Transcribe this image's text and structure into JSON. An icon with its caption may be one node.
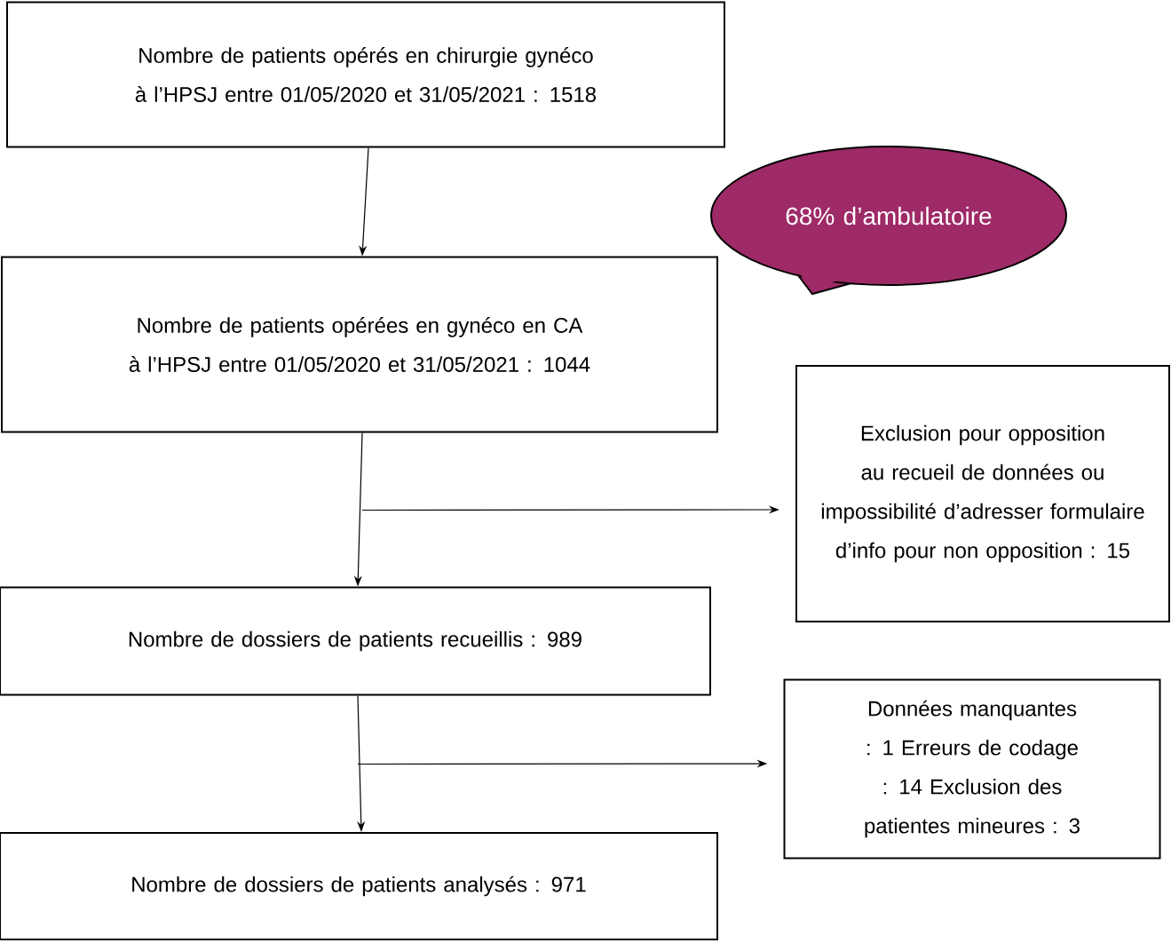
{
  "diagram": {
    "nodes": [
      {
        "text": [
          "Nombre de patients opérés en chirurgie gynéco à l’HPSJ entre 01/05/2020 et 31/05/2021 : 1518"
        ]
      },
      {
        "text": [
          "Nombre de patients opérées en gynéco en CA à l’HPSJ entre 01/05/2020 et 31/05/2021 : 1044"
        ]
      },
      {
        "text": [
          "Exclusion pour opposition au recueil de données ou impossibilité d’adresser formulaire d’info pour non opposition : 15"
        ]
      },
      {
        "text": [
          "Nombre de dossiers de patients recueillis : 989"
        ]
      },
      {
        "text": [
          "Données manquantes : 1 Erreurs de codage : 14 Exclusion des patientes mineures : 3"
        ]
      },
      {
        "text": [
          "Nombre de dossiers de patients analysés : 971"
        ]
      },
      {
        "text": [
          "68% d’ambulatoire"
        ]
      }
    ],
    "edges": [
      {
        "from": 0,
        "to": 1,
        "arrow": "to"
      },
      {
        "from": 1,
        "to": 3,
        "arrow": "to"
      },
      {
        "from": 1,
        "to": 2,
        "arrow": "to"
      },
      {
        "from": 3,
        "to": 5,
        "arrow": "to"
      },
      {
        "from": 3,
        "to": 4,
        "arrow": "to"
      }
    ]
  }
}
